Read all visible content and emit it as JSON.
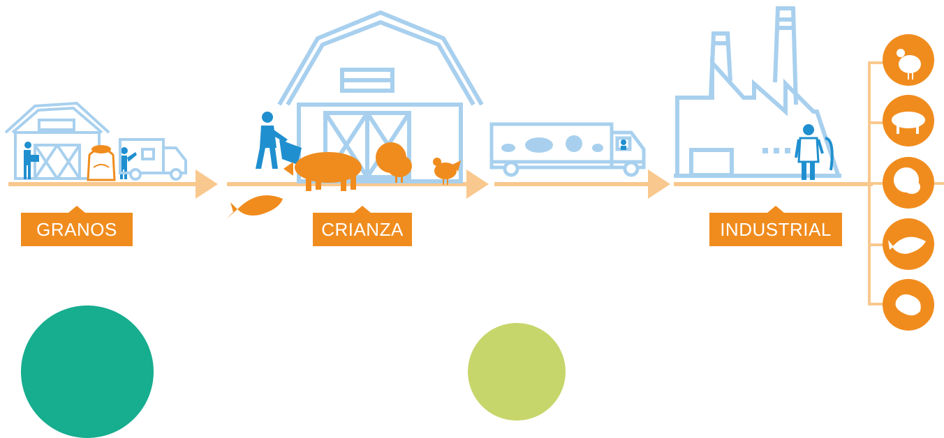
{
  "stages": {
    "granos": {
      "label": "GRANOS"
    },
    "crianza": {
      "label": "CRIANZA"
    },
    "industrial": {
      "label": "INDUSTRIAL"
    }
  },
  "products": [
    {
      "icon": "chicken-icon"
    },
    {
      "icon": "pig-icon"
    },
    {
      "icon": "turkey-icon"
    },
    {
      "icon": "fish-icon"
    },
    {
      "icon": "sausage-icon"
    }
  ],
  "colors": {
    "orange": "#f08c1e",
    "line": "#f9c88e",
    "blue": "#a8d0ee",
    "dark_blue": "#1f8fcf",
    "teal": "#17ad8f",
    "lime": "#c7d66b"
  }
}
